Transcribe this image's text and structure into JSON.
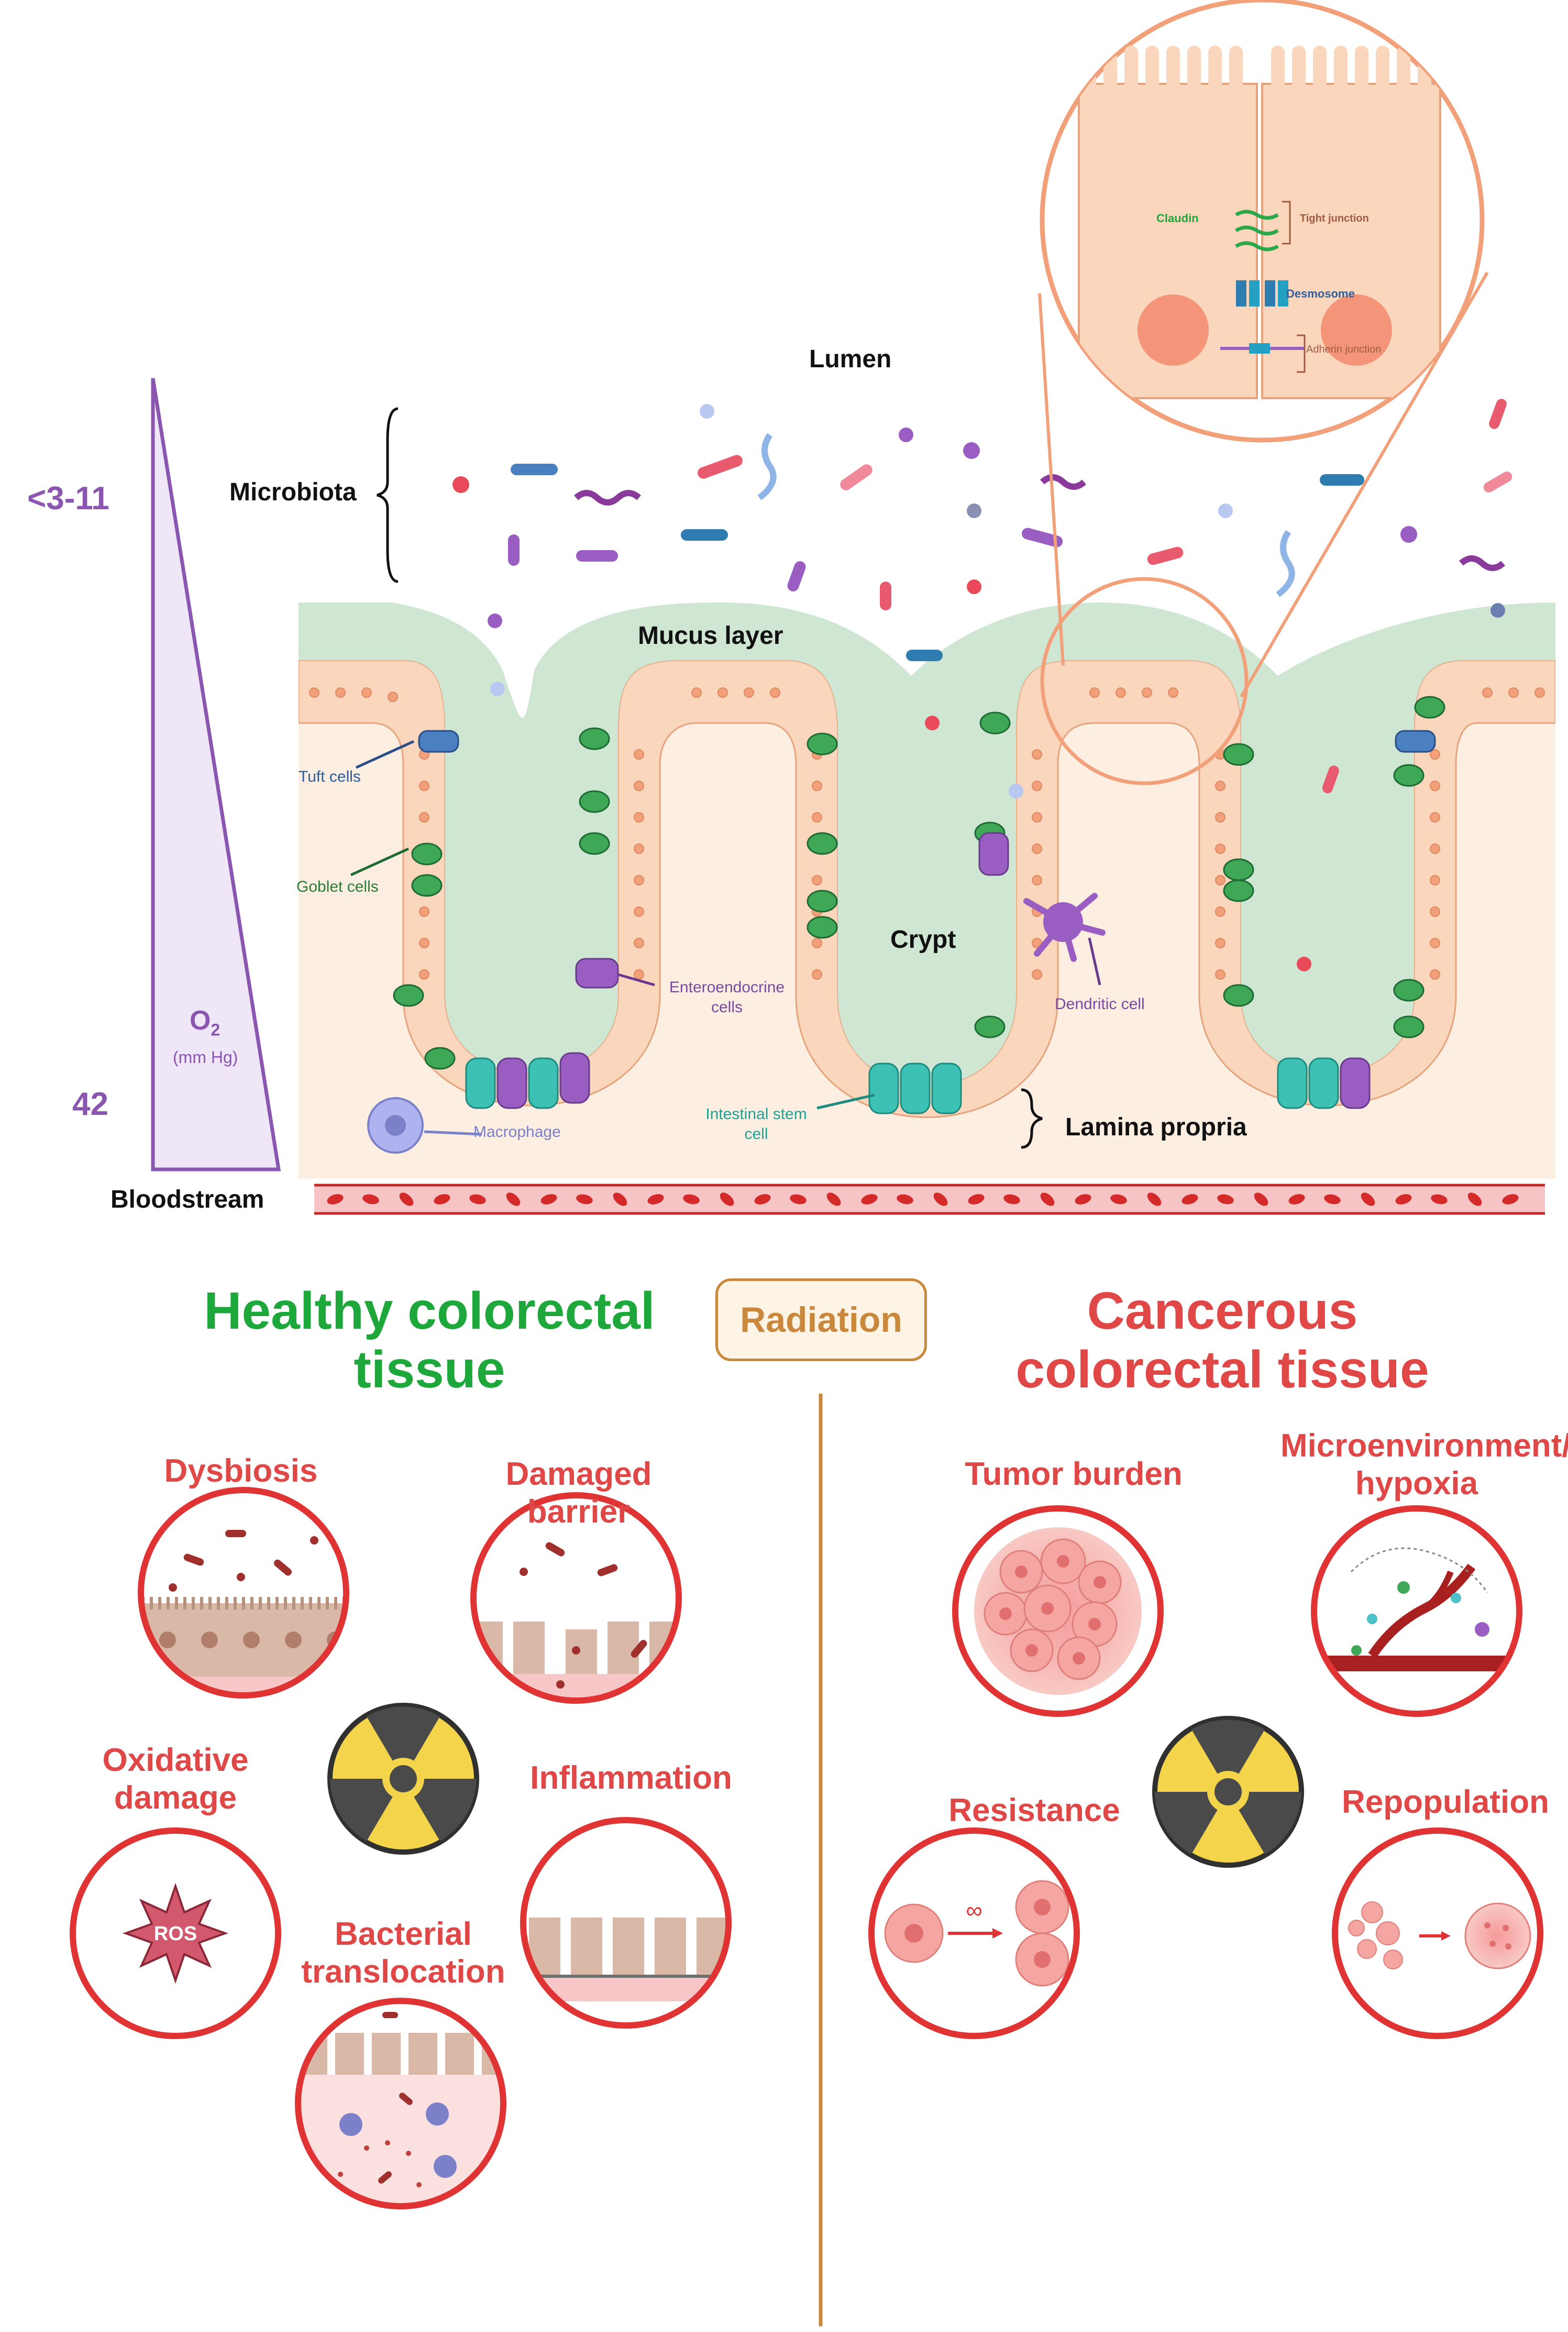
{
  "top": {
    "lumen": "Lumen",
    "microbiota": "Microbiota",
    "mucus_layer": "Mucus layer",
    "crypt": "Crypt",
    "lamina_propria": "Lamina propria",
    "bloodstream": "Bloodstream",
    "tuft_cells": "Tuft cells",
    "goblet_cells": "Goblet cells",
    "enteroendocrine_line1": "Enteroendocrine",
    "enteroendocrine_line2": "cells",
    "dendritic_cell": "Dendritic cell",
    "macrophage": "Macrophage",
    "isc_line1": "Intestinal stem",
    "isc_line2": "cell",
    "oxygen": {
      "o2": "O",
      "o2_sub": "2",
      "unit": "(mm Hg)",
      "top_value": "<3-11",
      "bottom_value": "42"
    },
    "inset": {
      "claudin": "Claudin",
      "tight_junction": "Tight junction",
      "desmosome": "Desmosome",
      "adherin_junction": "Adherin junction"
    }
  },
  "middle": {
    "healthy": "Healthy colorectal tissue",
    "cancerous": "Cancerous colorectal tissue",
    "radiation": "Radiation"
  },
  "healthy_effects": {
    "dysbiosis": "Dysbiosis",
    "damaged_barrier": "Damaged barrier",
    "oxidative_damage": "Oxidative damage",
    "inflammation": "Inflammation",
    "bacterial_translocation": "Bacterial translocation",
    "ros": "ROS"
  },
  "cancer_effects": {
    "tumor_burden": "Tumor burden",
    "microenvironment": "Microenvironment/ hypoxia",
    "resistance": "Resistance",
    "repopulation": "Repopulation",
    "infinity": "∞"
  },
  "colors": {
    "healthy_green": "#1ea83c",
    "cancer_red": "#e04848",
    "oxygen_purple": "#8a56b0",
    "mucus_green": "#cfe6d3",
    "radiation_tan": "#c9883c",
    "epithelium_peach": "#fad6bd"
  }
}
